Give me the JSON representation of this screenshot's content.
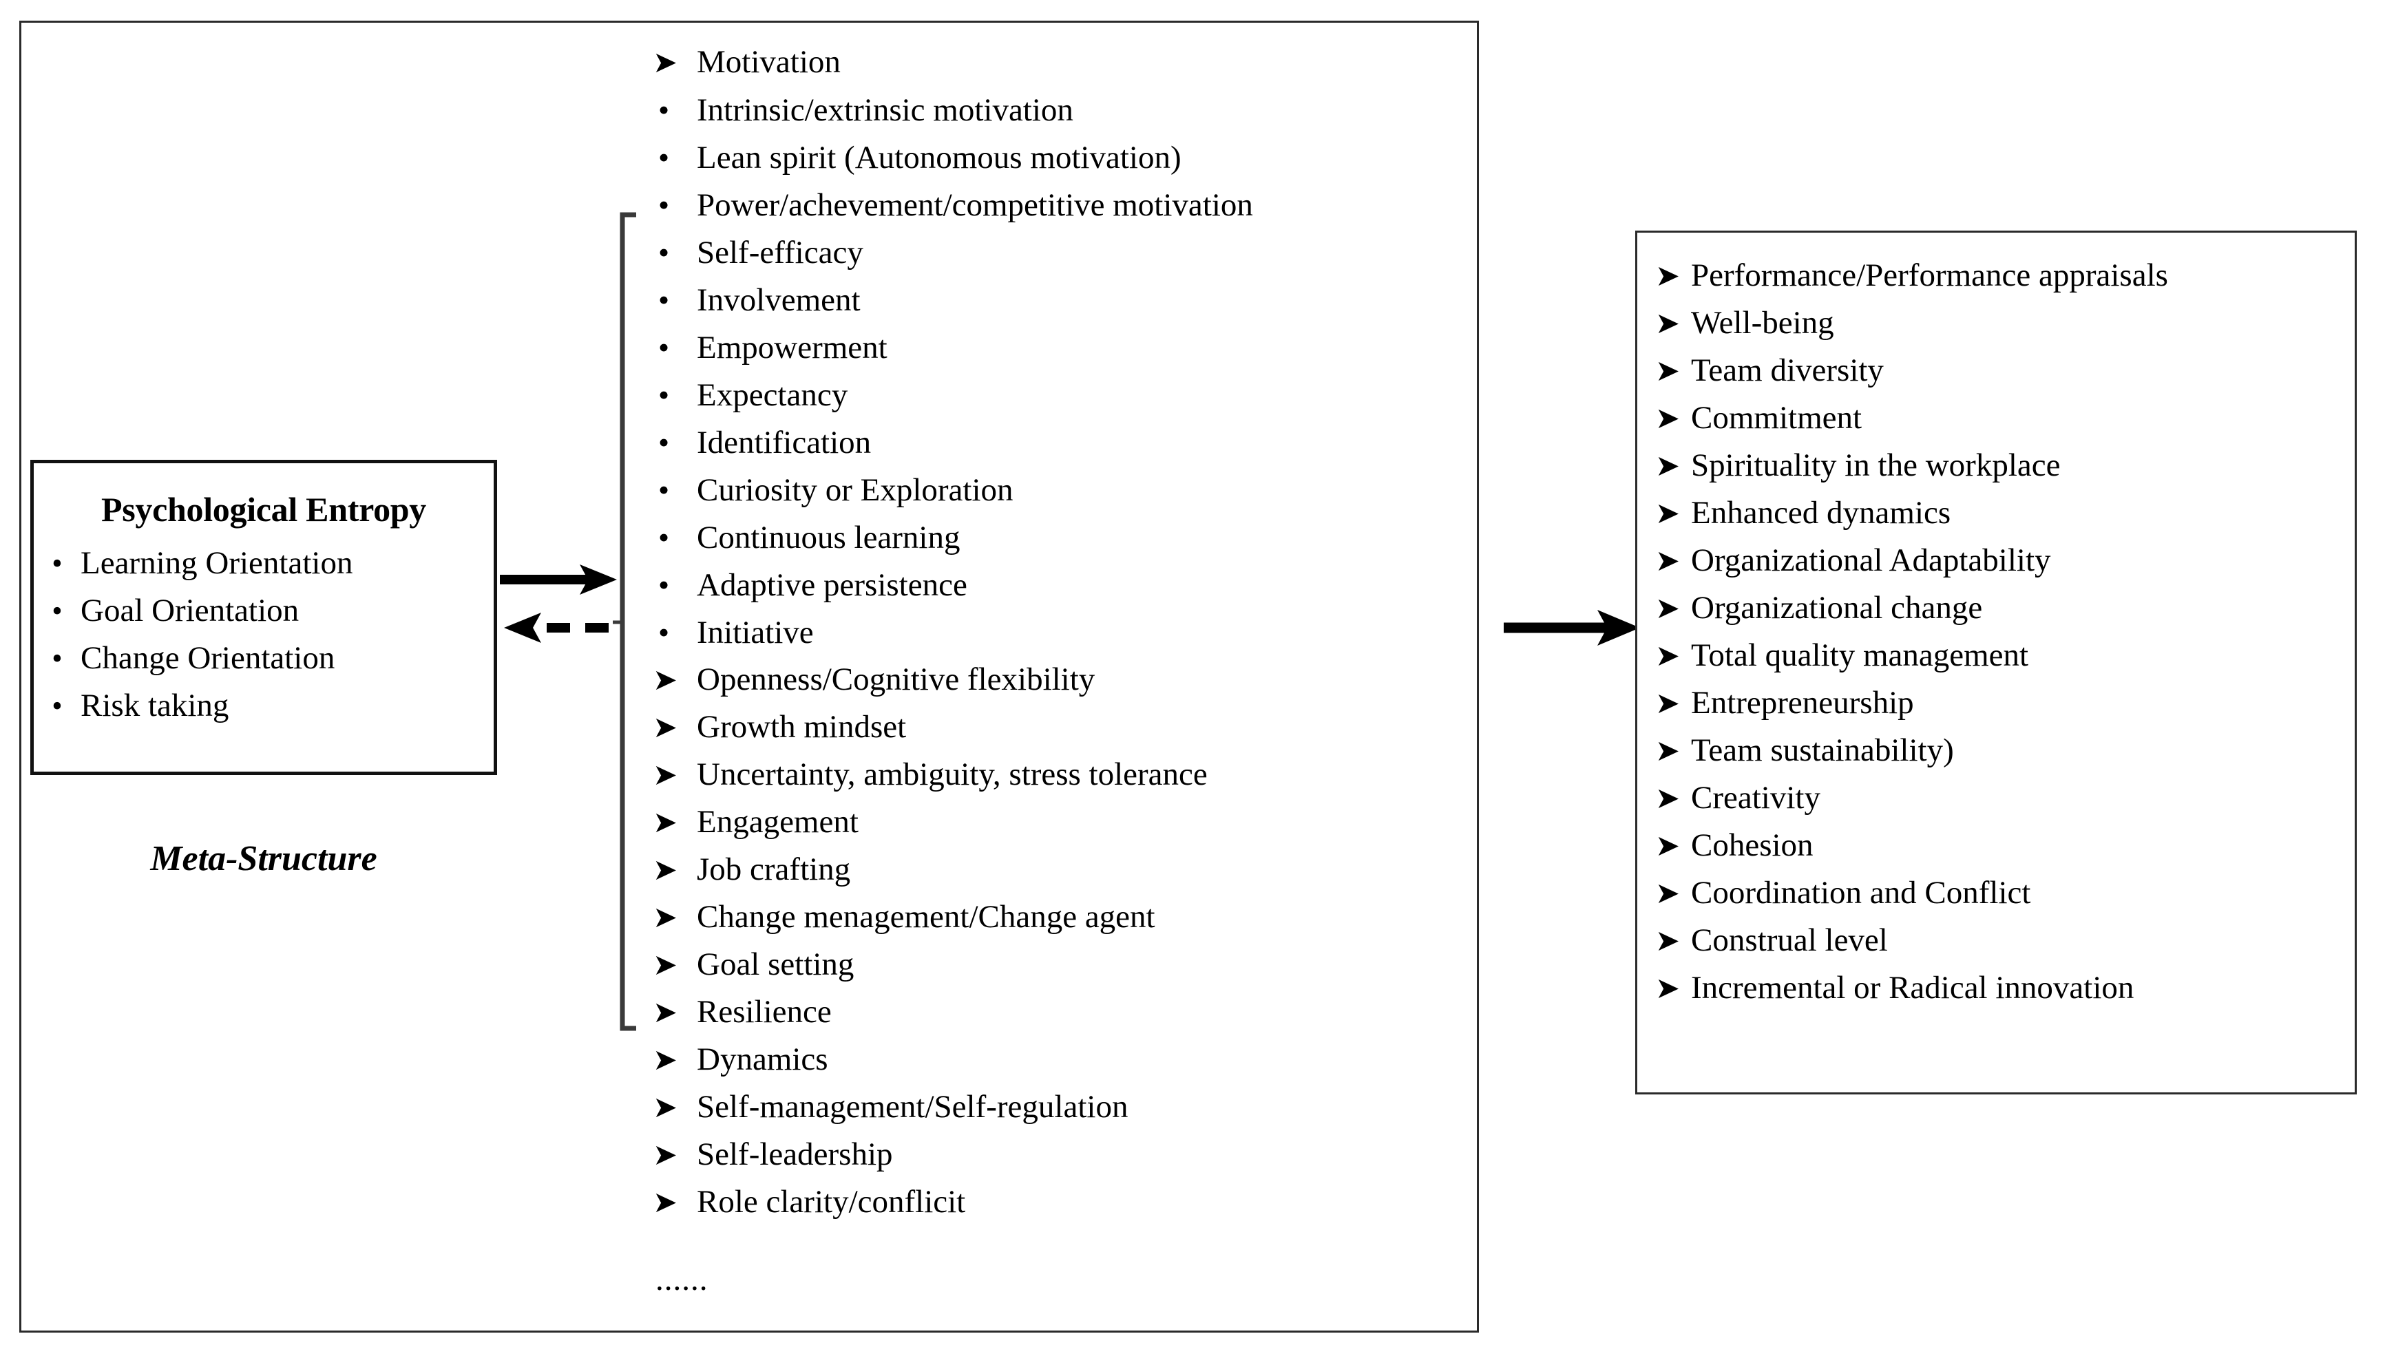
{
  "diagram": {
    "colors": {
      "stroke": "#2a2a2a",
      "box_stroke": "#111111",
      "text": "#000000",
      "background": "#ffffff"
    },
    "left_panel": {
      "box_title": "Psychological Entropy",
      "bullet_glyph": "•",
      "items": [
        {
          "bullet": "•",
          "label": "Learning Orientation"
        },
        {
          "bullet": "•",
          "label": "Goal Orientation"
        },
        {
          "bullet": "•",
          "label": "Change Orientation"
        },
        {
          "bullet": "•",
          "label": "Risk taking"
        }
      ],
      "caption": "Meta-Structure"
    },
    "connectors": {
      "forward_arrow": "solid-right-arrow",
      "feedback_arrow": "dashed-left-arrow",
      "bracket": "square-bracket",
      "output_arrow": "solid-right-arrow"
    },
    "middle_panel": {
      "arrow_glyph": "➤",
      "dot_glyph": "•",
      "ellipsis": "......",
      "items": [
        {
          "marker": "arrow",
          "label": "Motivation"
        },
        {
          "marker": "dot",
          "label": "Intrinsic/extrinsic motivation"
        },
        {
          "marker": "dot",
          "label": "Lean spirit (Autonomous motivation)"
        },
        {
          "marker": "dot",
          "label": "Power/achevement/competitive motivation"
        },
        {
          "marker": "dot",
          "label": "Self-efficacy"
        },
        {
          "marker": "dot",
          "label": "Involvement"
        },
        {
          "marker": "dot",
          "label": "Empowerment"
        },
        {
          "marker": "dot",
          "label": "Expectancy"
        },
        {
          "marker": "dot",
          "label": "Identification"
        },
        {
          "marker": "dot",
          "label": "Curiosity or Exploration"
        },
        {
          "marker": "dot",
          "label": "Continuous learning"
        },
        {
          "marker": "dot",
          "label": "Adaptive persistence"
        },
        {
          "marker": "dot",
          "label": "Initiative"
        },
        {
          "marker": "arrow",
          "label": "Openness/Cognitive flexibility"
        },
        {
          "marker": "arrow",
          "label": "Growth mindset"
        },
        {
          "marker": "arrow",
          "label": "Uncertainty, ambiguity, stress tolerance"
        },
        {
          "marker": "arrow",
          "label": "Engagement"
        },
        {
          "marker": "arrow",
          "label": "Job crafting"
        },
        {
          "marker": "arrow",
          "label": "Change menagement/Change agent"
        },
        {
          "marker": "arrow",
          "label": "Goal setting"
        },
        {
          "marker": "arrow",
          "label": "Resilience"
        },
        {
          "marker": "arrow",
          "label": "Dynamics"
        },
        {
          "marker": "arrow",
          "label": "Self-management/Self-regulation"
        },
        {
          "marker": "arrow",
          "label": "Self-leadership"
        },
        {
          "marker": "arrow",
          "label": "Role clarity/conflicit"
        }
      ]
    },
    "right_panel": {
      "arrow_glyph": "➤",
      "items": [
        {
          "marker": "arrow",
          "label": "Performance/Performance appraisals"
        },
        {
          "marker": "arrow",
          "label": "Well-being"
        },
        {
          "marker": "arrow",
          "label": "Team diversity"
        },
        {
          "marker": "arrow",
          "label": "Commitment"
        },
        {
          "marker": "arrow",
          "label": "Spirituality in the workplace"
        },
        {
          "marker": "arrow",
          "label": "Enhanced dynamics"
        },
        {
          "marker": "arrow",
          "label": "Organizational Adaptability"
        },
        {
          "marker": "arrow",
          "label": "Organizational change"
        },
        {
          "marker": "arrow",
          "label": "Total quality management"
        },
        {
          "marker": "arrow",
          "label": "Entrepreneurship"
        },
        {
          "marker": "arrow",
          "label": "Team sustainability)"
        },
        {
          "marker": "arrow",
          "label": "Creativity"
        },
        {
          "marker": "arrow",
          "label": "Cohesion"
        },
        {
          "marker": "arrow",
          "label": "Coordination and Conflict"
        },
        {
          "marker": "arrow",
          "label": "Construal level"
        },
        {
          "marker": "arrow",
          "label": "Incremental or Radical innovation"
        }
      ]
    }
  }
}
